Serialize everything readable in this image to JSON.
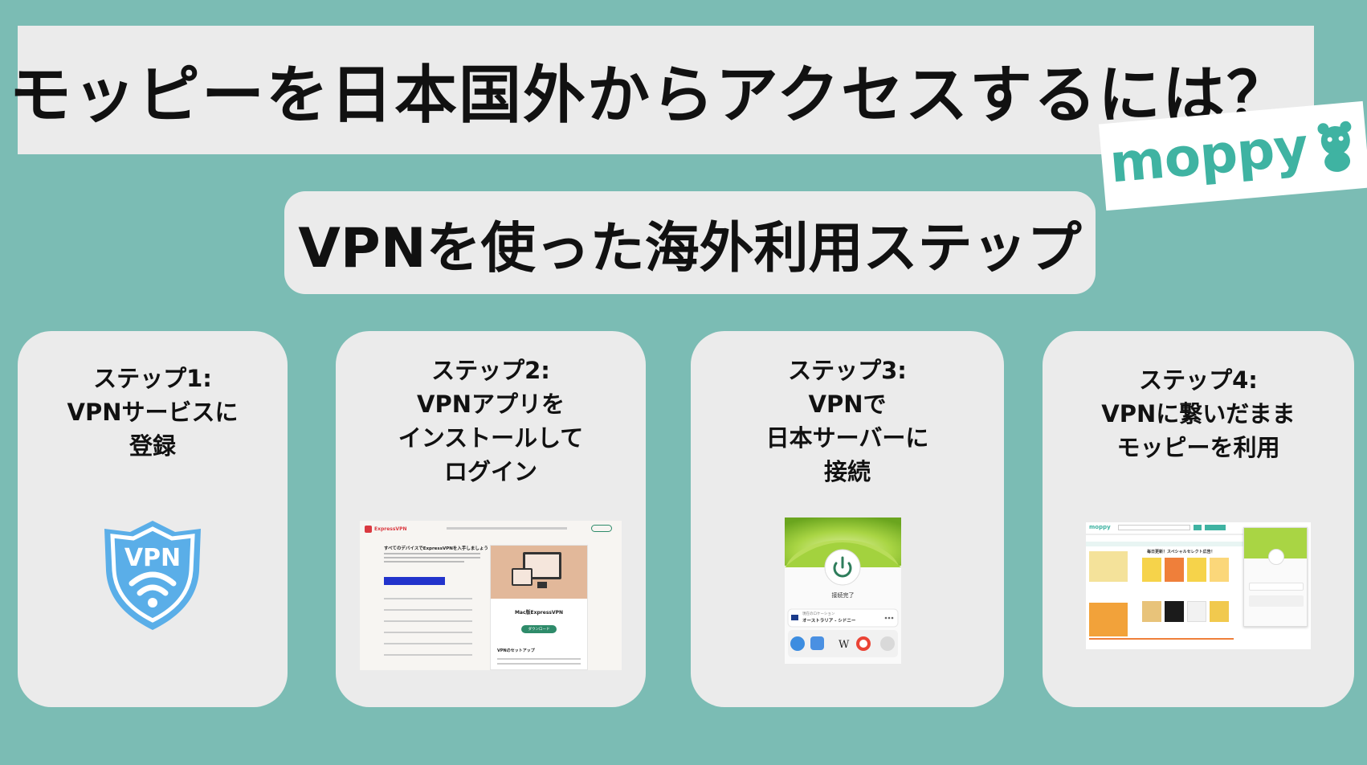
{
  "title": "モッピーを日本国外からアクセスするには？",
  "logo": {
    "text": "moppy",
    "color": "#3fb3a2"
  },
  "subtitle": "VPNを使った海外利用ステップ",
  "colors": {
    "background": "#7bbcb4",
    "panel": "#ebebeb",
    "shield": "#5aaee8",
    "vpn_green": "#9cd03c"
  },
  "steps": [
    {
      "label": "ステップ1:\nVPNサービスに\n登録",
      "graphic": "vpn-shield-icon",
      "shield_text": "VPN"
    },
    {
      "label": "ステップ2:\nVPNアプリを\nインストールして\nログイン",
      "graphic": "expressvpn-download-screenshot",
      "screenshot": {
        "brand": "ExpressVPN",
        "heading": "すべてのデバイスでExpressVPNを入手しましょう",
        "panel_title": "Mac版ExpressVPN",
        "download": "ダウンロード",
        "setup": "VPNのセットアップ"
      }
    },
    {
      "label": "ステップ3:\nVPNで\n日本サーバーに\n接続",
      "graphic": "vpn-connected-screenshot",
      "screenshot": {
        "status": "接続完了",
        "location_label": "現在のロケーション",
        "location": "オーストラリア - シドニー"
      }
    },
    {
      "label": "ステップ4:\nVPNに繋いだまま\nモッピーを利用",
      "graphic": "moppy-site-with-vpn-screenshot",
      "screenshot": {
        "banner": "毎日更新！スペシャルセレクト広告！",
        "brand": "moppy"
      }
    }
  ]
}
